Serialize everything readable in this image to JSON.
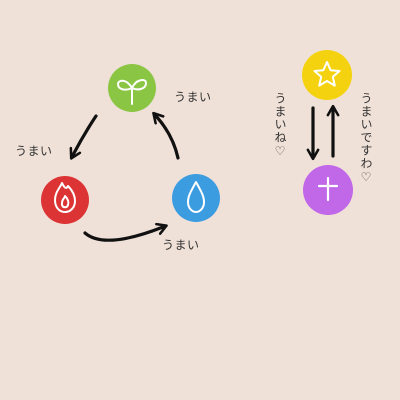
{
  "cycle": {
    "nodes": [
      {
        "id": "grass",
        "icon": "sprout-icon",
        "color": "#8ac543"
      },
      {
        "id": "fire",
        "icon": "flame-icon",
        "color": "#dc3434"
      },
      {
        "id": "water",
        "icon": "droplet-icon",
        "color": "#3c9ce0"
      }
    ],
    "labels": {
      "grass_to_fire": "うまい",
      "fire_to_water": "うまい",
      "water_to_grass": "うまい"
    }
  },
  "pair": {
    "nodes": [
      {
        "id": "light",
        "icon": "star-icon",
        "color": "#f5d20f"
      },
      {
        "id": "dark",
        "icon": "cross-icon",
        "color": "#c068e8"
      }
    ],
    "labels": {
      "down": "うまいね♡",
      "up": "うまいですわ♡"
    }
  },
  "colors": {
    "background": "#f0e1d8",
    "ink": "#111111",
    "text": "#333333"
  }
}
